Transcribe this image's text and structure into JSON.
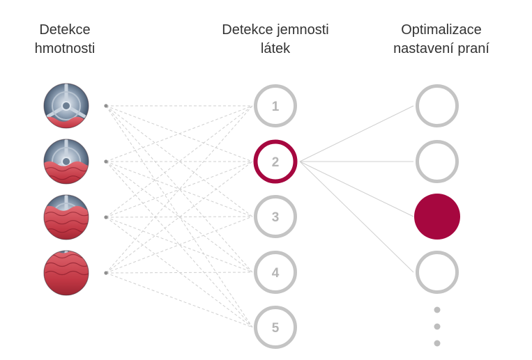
{
  "columns": {
    "weight_title": "Detekce\nhmotnosti",
    "fabric_title": "Detekce jemnosti\nlátek",
    "wash_title": "Optimalizace\nnastavení praní"
  },
  "load_levels": [
    {
      "icon": "drum-load-low-icon",
      "fill": 0.2
    },
    {
      "icon": "drum-load-half-icon",
      "fill": 0.45
    },
    {
      "icon": "drum-load-high-icon",
      "fill": 0.7
    },
    {
      "icon": "drum-load-full-icon",
      "fill": 1.0
    }
  ],
  "fabric_levels": [
    "1",
    "2",
    "3",
    "4",
    "5"
  ],
  "selected_fabric": "2",
  "wash_options_count": 4,
  "selected_wash_option": 3,
  "colors": {
    "accent": "#A6073F",
    "ring_gray": "#C4C4C4",
    "number_gray": "#B5B5B5",
    "line_gray": "#CFCFCF",
    "dot_gray": "#BDBDBD",
    "title": "#333333"
  }
}
